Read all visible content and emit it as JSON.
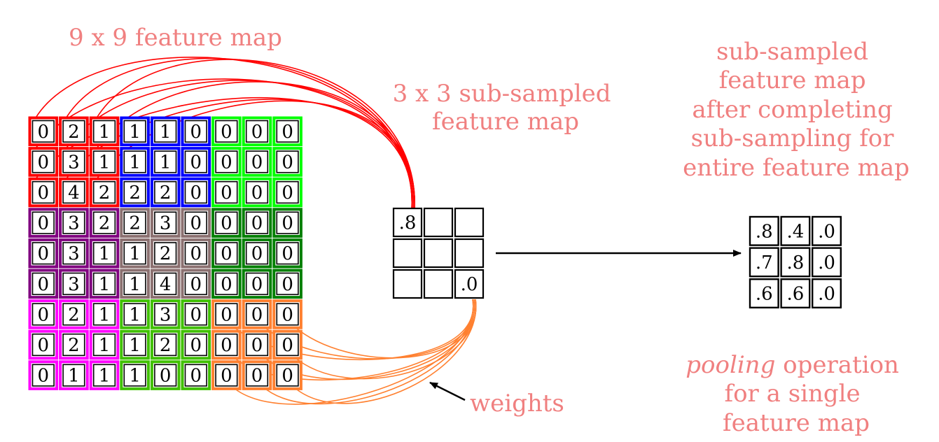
{
  "labels": {
    "feature_map_title": "9 x 9 feature map",
    "subsampled_title": [
      "3 x 3 sub-sampled",
      "feature map"
    ],
    "completed_title": [
      "sub-sampled",
      "feature map",
      "after completing",
      "sub-sampling for",
      "entire feature map"
    ],
    "weights": "weights",
    "pooling_word": "pooling",
    "pooling_rest": " operation",
    "pooling_lines": [
      "for a single",
      "feature map"
    ]
  },
  "feature_map": [
    [
      "0",
      "2",
      "1",
      "1",
      "1",
      "0",
      "0",
      "0",
      "0"
    ],
    [
      "0",
      "3",
      "1",
      "1",
      "1",
      "0",
      "0",
      "0",
      "0"
    ],
    [
      "0",
      "4",
      "2",
      "2",
      "2",
      "0",
      "0",
      "0",
      "0"
    ],
    [
      "0",
      "3",
      "2",
      "2",
      "3",
      "0",
      "0",
      "0",
      "0"
    ],
    [
      "0",
      "3",
      "1",
      "1",
      "2",
      "0",
      "0",
      "0",
      "0"
    ],
    [
      "0",
      "3",
      "1",
      "1",
      "4",
      "0",
      "0",
      "0",
      "0"
    ],
    [
      "0",
      "2",
      "1",
      "1",
      "3",
      "0",
      "0",
      "0",
      "0"
    ],
    [
      "0",
      "2",
      "1",
      "1",
      "2",
      "0",
      "0",
      "0",
      "0"
    ],
    [
      "0",
      "1",
      "1",
      "1",
      "0",
      "0",
      "0",
      "0",
      "0"
    ]
  ],
  "block_colors": [
    [
      "#ff0000",
      "#0000ff",
      "#00ff00"
    ],
    [
      "#800080",
      "#8b7070",
      "#008000"
    ],
    [
      "#ff00ff",
      "#40c000",
      "#ff8030"
    ]
  ],
  "link_colors": {
    "top_left": "#ff0000",
    "bottom_right": "#ff8030"
  },
  "subsampled": [
    [
      ".8",
      "",
      ""
    ],
    [
      "",
      "",
      ""
    ],
    [
      "",
      "",
      ".0"
    ]
  ],
  "completed": [
    [
      ".8",
      ".4",
      ".0"
    ],
    [
      ".7",
      ".8",
      ".0"
    ],
    [
      ".6",
      ".6",
      ".0"
    ]
  ]
}
